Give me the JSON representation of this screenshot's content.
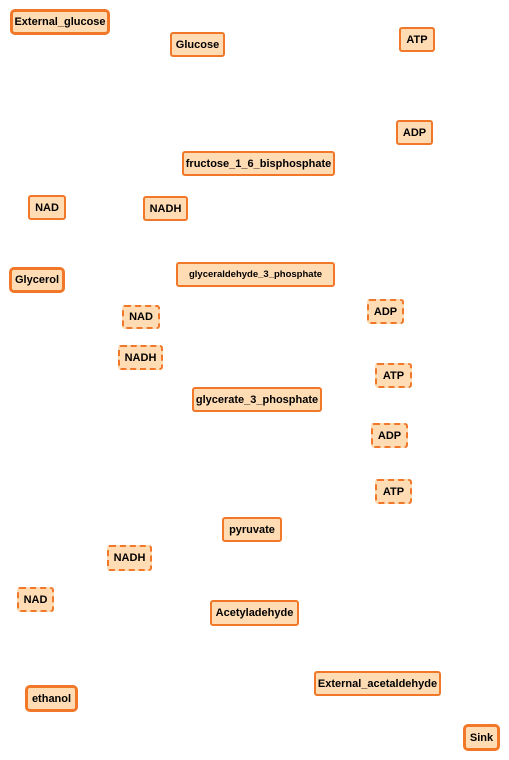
{
  "colors": {
    "node_fill": "#ffdcb4",
    "node_border": "#f07828",
    "background": "#ffffff"
  },
  "nodes": {
    "external_glucose": "External_glucose",
    "glucose": "Glucose",
    "atp_1": "ATP",
    "adp_1": "ADP",
    "fructose_1_6_bisphosphate": "fructose_1_6_bisphosphate",
    "nad_1": "NAD",
    "nadh_1": "NADH",
    "glycerol": "Glycerol",
    "glyceraldehyde_3_phosphate": "glyceraldehyde_3_phosphate",
    "nad_2": "NAD",
    "adp_2": "ADP",
    "nadh_2": "NADH",
    "atp_2": "ATP",
    "glycerate_3_phosphate": "glycerate_3_phosphate",
    "adp_3": "ADP",
    "atp_3": "ATP",
    "pyruvate": "pyruvate",
    "nadh_3": "NADH",
    "nad_3": "NAD",
    "acetyladehyde": "Acetyladehyde",
    "external_acetaldehyde": "External_acetaldehyde",
    "ethanol": "ethanol",
    "sink": "Sink"
  }
}
